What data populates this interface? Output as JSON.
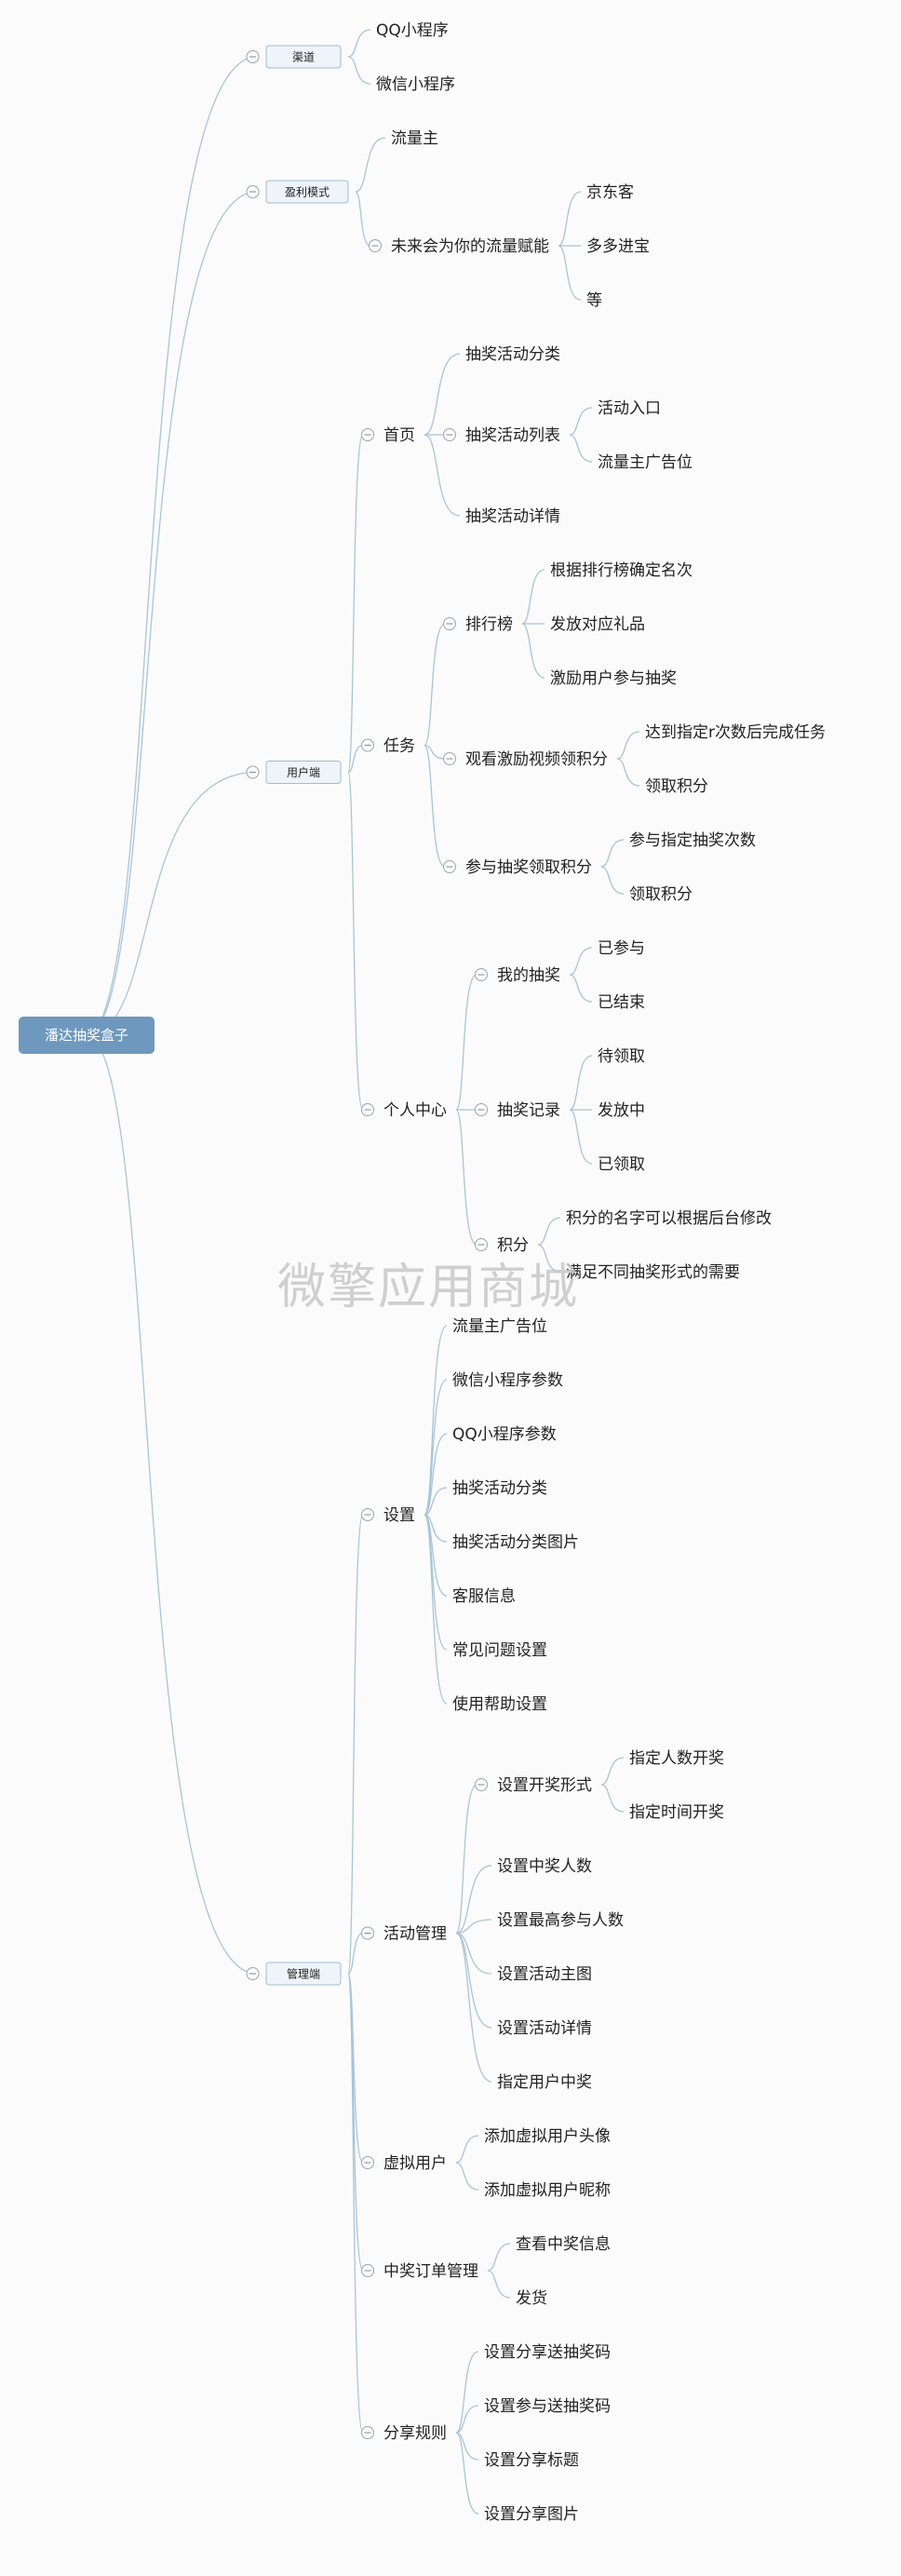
{
  "root": "潘达抽奖盒子",
  "watermark": "微擎应用商城",
  "children": [
    {
      "label": "渠道",
      "children": [
        {
          "label": "QQ小程序"
        },
        {
          "label": "微信小程序"
        }
      ]
    },
    {
      "label": "盈利模式",
      "children": [
        {
          "label": "流量主"
        },
        {
          "label": "未来会为你的流量赋能",
          "children": [
            {
              "label": "京东客"
            },
            {
              "label": "多多进宝"
            },
            {
              "label": "等"
            }
          ]
        }
      ]
    },
    {
      "label": "用户端",
      "children": [
        {
          "label": "首页",
          "children": [
            {
              "label": "抽奖活动分类"
            },
            {
              "label": "抽奖活动列表",
              "children": [
                {
                  "label": "活动入口"
                },
                {
                  "label": "流量主广告位"
                }
              ]
            },
            {
              "label": "抽奖活动详情"
            }
          ]
        },
        {
          "label": "任务",
          "children": [
            {
              "label": "排行榜",
              "children": [
                {
                  "label": "根据排行榜确定名次"
                },
                {
                  "label": "发放对应礼品"
                },
                {
                  "label": "激励用户参与抽奖"
                }
              ]
            },
            {
              "label": "观看激励视频领积分",
              "children": [
                {
                  "label": "达到指定r次数后完成任务"
                },
                {
                  "label": "领取积分"
                }
              ]
            },
            {
              "label": "参与抽奖领取积分",
              "children": [
                {
                  "label": "参与指定抽奖次数"
                },
                {
                  "label": "领取积分"
                }
              ]
            }
          ]
        },
        {
          "label": "个人中心",
          "children": [
            {
              "label": "我的抽奖",
              "children": [
                {
                  "label": "已参与"
                },
                {
                  "label": "已结束"
                }
              ]
            },
            {
              "label": "抽奖记录",
              "children": [
                {
                  "label": "待领取"
                },
                {
                  "label": "发放中"
                },
                {
                  "label": "已领取"
                }
              ]
            },
            {
              "label": "积分",
              "children": [
                {
                  "label": "积分的名字可以根据后台修改"
                },
                {
                  "label": "满足不同抽奖形式的需要"
                }
              ]
            }
          ]
        }
      ]
    },
    {
      "label": "管理端",
      "children": [
        {
          "label": "设置",
          "children": [
            {
              "label": "流量主广告位"
            },
            {
              "label": "微信小程序参数"
            },
            {
              "label": "QQ小程序参数"
            },
            {
              "label": "抽奖活动分类"
            },
            {
              "label": "抽奖活动分类图片"
            },
            {
              "label": "客服信息"
            },
            {
              "label": "常见问题设置"
            },
            {
              "label": "使用帮助设置"
            }
          ]
        },
        {
          "label": "活动管理",
          "children": [
            {
              "label": "设置开奖形式",
              "children": [
                {
                  "label": "指定人数开奖"
                },
                {
                  "label": "指定时间开奖"
                }
              ]
            },
            {
              "label": "设置中奖人数"
            },
            {
              "label": "设置最高参与人数"
            },
            {
              "label": "设置活动主图"
            },
            {
              "label": "设置活动详情"
            },
            {
              "label": "指定用户中奖"
            }
          ]
        },
        {
          "label": "虚拟用户",
          "children": [
            {
              "label": "添加虚拟用户头像"
            },
            {
              "label": "添加虚拟用户昵称"
            }
          ]
        },
        {
          "label": "中奖订单管理",
          "children": [
            {
              "label": "查看中奖信息"
            },
            {
              "label": "发货"
            }
          ]
        },
        {
          "label": "分享规则",
          "children": [
            {
              "label": "设置分享送抽奖码"
            },
            {
              "label": "设置参与送抽奖码"
            },
            {
              "label": "设置分享标题"
            },
            {
              "label": "设置分享图片"
            }
          ]
        }
      ]
    }
  ]
}
